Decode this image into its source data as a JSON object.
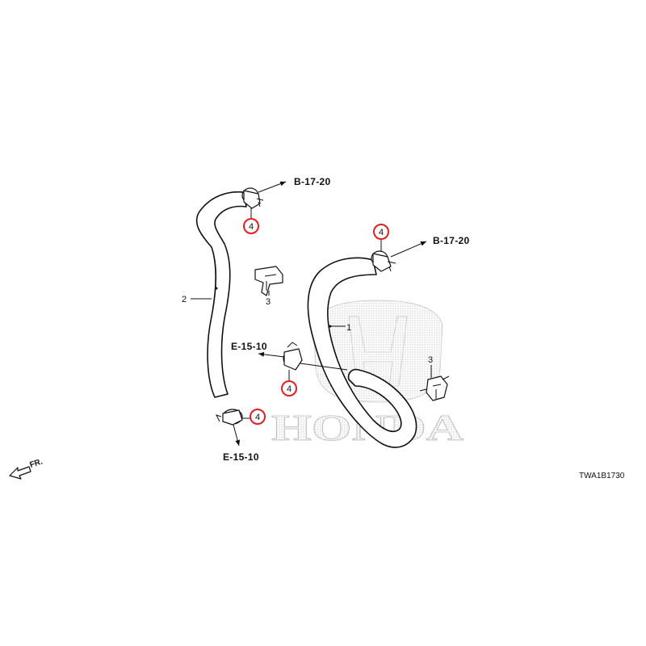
{
  "callouts": {
    "hose_upper_part_no": "1",
    "hose_lower_part_no": "2",
    "clip_left_part_no": "3",
    "clip_right_part_no": "3",
    "clamp_part_no": "4"
  },
  "references": {
    "top_left": "B-17-20",
    "top_right": "B-17-20",
    "middle": "E-15-10",
    "bottom": "E-15-10"
  },
  "watermark": {
    "brand": "HONDA"
  },
  "orientation": {
    "front_label": "FR."
  },
  "diagram_code": "TWA1B1730",
  "colors": {
    "line": "#111111",
    "highlight_ring": "#e02020",
    "watermark": "#c8c8c8"
  }
}
